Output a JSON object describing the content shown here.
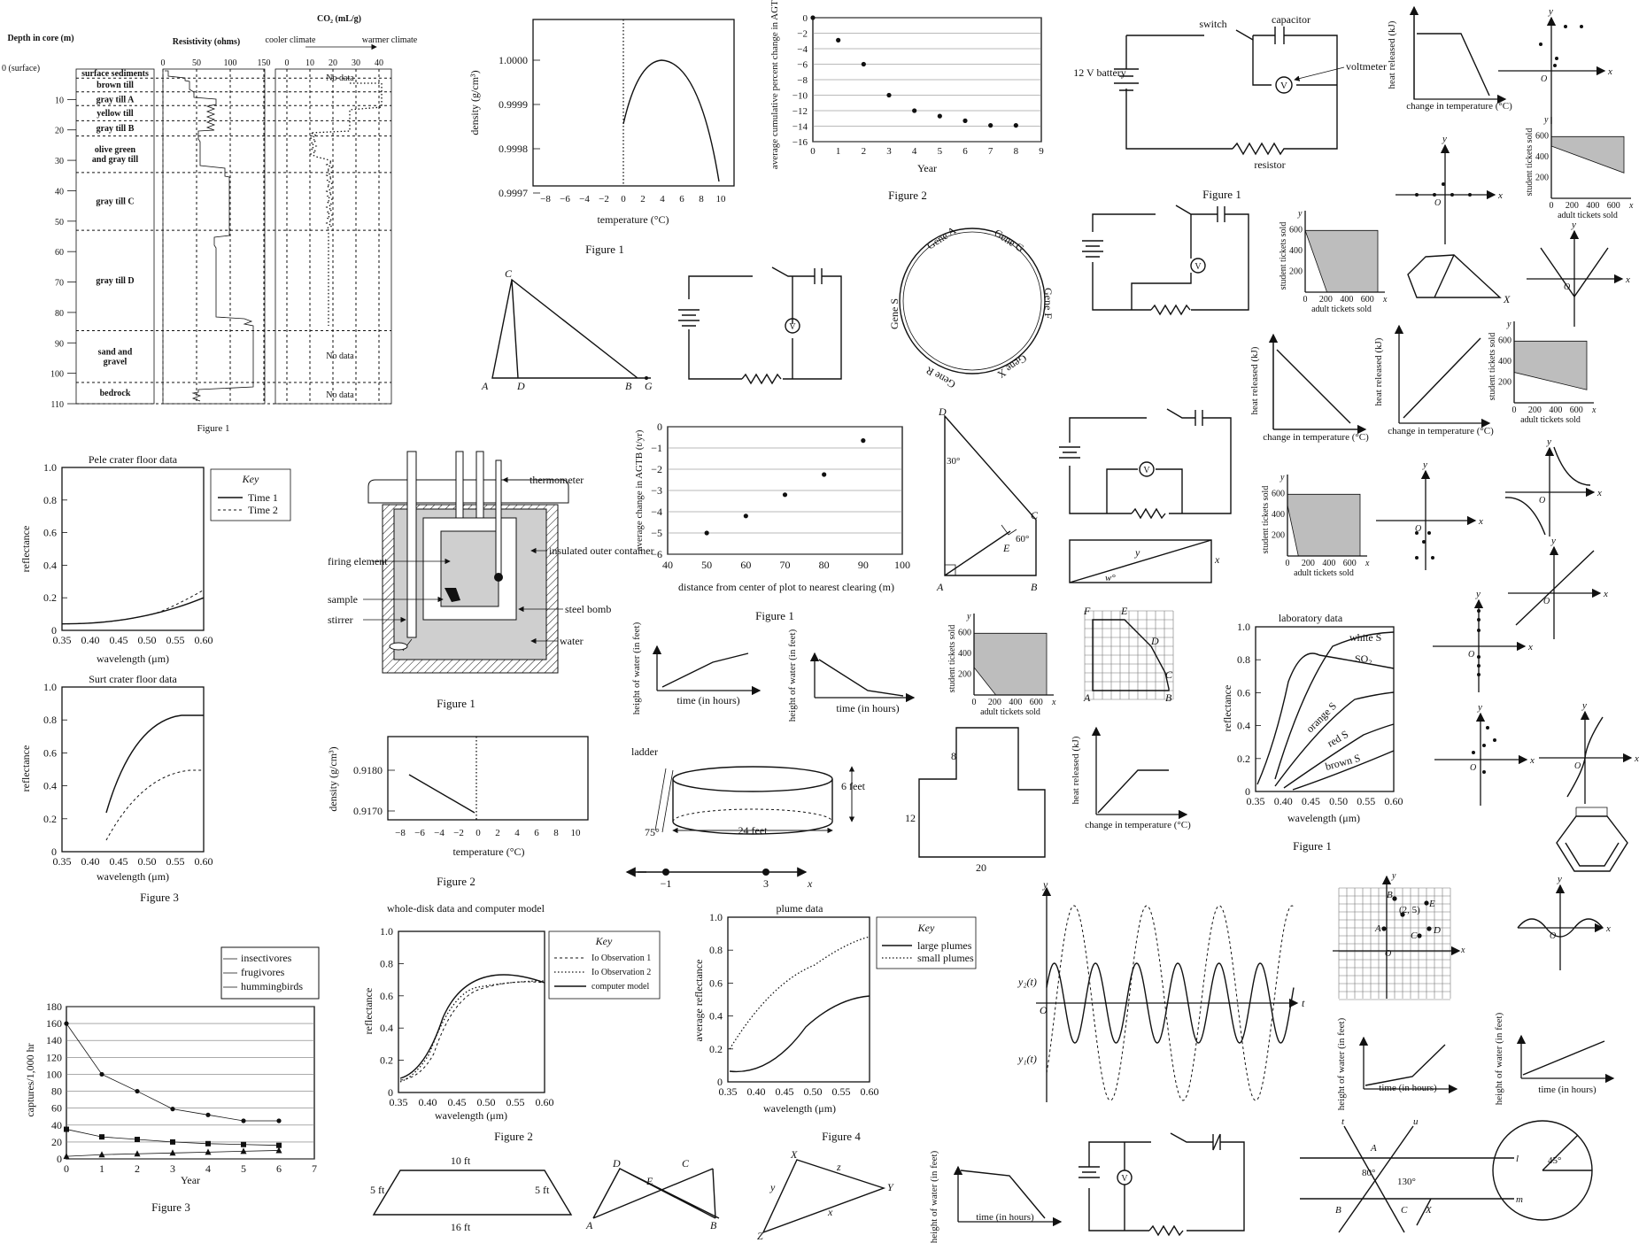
{
  "core": {
    "depth_title": "Depth in core (m)",
    "res_title": "Resistivity (ohms)",
    "co2_title": "CO₂ (mL/g)",
    "cooler": "cooler climate",
    "warmer": "warmer climate",
    "surface_label": "0 (surface)",
    "depth_ticks": [
      "10",
      "20",
      "30",
      "40",
      "50",
      "60",
      "70",
      "80",
      "90",
      "100",
      "110"
    ],
    "res_ticks": [
      "0",
      "50",
      "100",
      "150"
    ],
    "co2_ticks": [
      "0",
      "10",
      "20",
      "30",
      "40"
    ],
    "layers": [
      "surface sediments",
      "brown till",
      "gray till A",
      "yellow till",
      "gray till B",
      "olive green and gray till",
      "gray till C",
      "gray till D",
      "sand and gravel",
      "bedrock"
    ],
    "no_data": "No data",
    "figure": "Figure 1"
  },
  "density1": {
    "ylabel": "density (g/cm³)",
    "xlabel": "temperature (°C)",
    "yticks": [
      "1.0000",
      "0.9999",
      "0.9998",
      "0.9997"
    ],
    "xticks": [
      "−8",
      "−6",
      "−4",
      "−2",
      "0",
      "2",
      "4",
      "6",
      "8",
      "10"
    ],
    "figure": "Figure 1"
  },
  "density2": {
    "ylabel": "density (g/cm³)",
    "xlabel": "temperature (°C)",
    "yticks": [
      "0.9180",
      "0.9170"
    ],
    "xticks": [
      "−8",
      "−6",
      "−4",
      "−2",
      "0",
      "2",
      "4",
      "6",
      "8",
      "10"
    ],
    "figure": "Figure 2"
  },
  "agtb_year": {
    "ylabel": "average cumulative percent change in AGTB",
    "xlabel": "Year",
    "yticks": [
      "0",
      "−2",
      "−4",
      "−6",
      "−8",
      "−10",
      "−12",
      "−14",
      "−16"
    ],
    "xticks": [
      "0",
      "1",
      "2",
      "3",
      "4",
      "5",
      "6",
      "7",
      "8",
      "9"
    ],
    "figure": "Figure 2"
  },
  "agtb_dist": {
    "ylabel": "average change in AGTB (t/yr)",
    "xlabel": "distance from center of plot to nearest clearing (m)",
    "yticks": [
      "0",
      "−1",
      "−2",
      "−3",
      "−4",
      "−5",
      "−6"
    ],
    "xticks": [
      "40",
      "50",
      "60",
      "70",
      "80",
      "90",
      "100"
    ],
    "figure": "Figure 1"
  },
  "circuit": {
    "switch": "switch",
    "capacitor": "capacitor",
    "voltmeter": "voltmeter",
    "battery": "12 V battery",
    "resistor": "resistor",
    "figure": "Figure 1",
    "v": "V"
  },
  "pele": {
    "title": "Pele crater floor data",
    "key": "Key",
    "l1": "Time 1",
    "l2": "Time 2",
    "ylabel": "reflectance",
    "xlabel": "wavelength (μm)"
  },
  "surt": {
    "title": "Surt crater floor data",
    "ylabel": "reflectance",
    "xlabel": "wavelength (μm)",
    "figure": "Figure 3"
  },
  "refl_ticks": {
    "y": [
      "0",
      "0.2",
      "0.4",
      "0.6",
      "0.8",
      "1.0"
    ],
    "x": [
      "0.35",
      "0.40",
      "0.45",
      "0.50",
      "0.55",
      "0.60"
    ]
  },
  "bomb": {
    "thermometer": "thermometer",
    "insulated": "insulated outer container",
    "firing": "firing element",
    "sample": "sample",
    "stirrer": "stirrer",
    "steel": "steel bomb",
    "water": "water",
    "figure": "Figure 1"
  },
  "genes": {
    "a": "Gene A",
    "g": "Gene G",
    "f": "Gene F",
    "x": "Gene X",
    "r": "Gene R",
    "s": "Gene S"
  },
  "triangle1": {
    "a": "A",
    "b": "B",
    "c": "C",
    "d": "D",
    "g": "G"
  },
  "triangle2": {
    "d": "D",
    "a": "A",
    "b": "B",
    "c": "C",
    "e": "E",
    "ang1": "30°",
    "ang2": "60°"
  },
  "tickets": {
    "ylabel": "student tickets sold",
    "xlabel": "adult tickets sold",
    "yticks": [
      "200",
      "400",
      "600"
    ],
    "xticks": [
      "0",
      "200",
      "400",
      "600"
    ],
    "x": "x",
    "y": "y"
  },
  "heat": {
    "ylabel": "heat released (kJ)",
    "xlabel": "change in temperature (°C)"
  },
  "water": {
    "ylabel": "height of water (in feet)",
    "xlabel": "time (in hours)"
  },
  "lab": {
    "title": "laboratory data",
    "ylabel": "reflectance",
    "xlabel": "wavelength (μm)",
    "s1": "white S",
    "s2": "SO₂",
    "s3": "orange S",
    "s4": "red S",
    "s5": "brown S",
    "figure": "Figure 1"
  },
  "birds": {
    "l1": "insectivores",
    "l2": "frugivores",
    "l3": "hummingbirds",
    "ylabel": "captures/1,000 hr",
    "xlabel": "Year",
    "yticks": [
      "0",
      "20",
      "40",
      "60",
      "80",
      "100",
      "120",
      "140",
      "160",
      "180"
    ],
    "xticks": [
      "0",
      "1",
      "2",
      "3",
      "4",
      "5",
      "6",
      "7"
    ],
    "figure": "Figure 3"
  },
  "io": {
    "title": "whole-disk data and computer model",
    "key": "Key",
    "l1": "Io Observation 1",
    "l2": "Io Observation 2",
    "l3": "computer model",
    "ylabel": "reflectance",
    "xlabel": "wavelength (μm)",
    "figure": "Figure 2"
  },
  "plume": {
    "title": "plume data",
    "key": "Key",
    "l1": "large plumes",
    "l2": "small plumes",
    "ylabel": "average reflectance",
    "xlabel": "wavelength (μm)",
    "figure": "Figure 4"
  },
  "tank": {
    "ladder": "ladder",
    "h": "6 feet",
    "w": "24 feet",
    "ang": "75°"
  },
  "numline": {
    "a": "−1",
    "b": "3",
    "x": "x"
  },
  "rect_shape": {
    "top": "8",
    "left": "12",
    "bottom": "20"
  },
  "grid_pts": {
    "b": "B",
    "e": "E",
    "a": "A",
    "c": "C",
    "d": "D",
    "pt": "(2, 5)",
    "o": "O",
    "x": "x",
    "y": "y"
  },
  "waves": {
    "y2": "y₂(t)",
    "y1": "y₁(t)",
    "t": "t",
    "y": "y",
    "o": "O"
  },
  "trap": {
    "top": "10 ft",
    "left": "5 ft",
    "right": "5 ft",
    "bottom": "16 ft"
  },
  "xyz": {
    "x": "X",
    "y": "Y",
    "z": "Z",
    "lx": "x",
    "ly": "y",
    "lz": "z"
  },
  "lines": {
    "t": "t",
    "u": "u",
    "l": "l",
    "m": "m",
    "a": "A",
    "b": "B",
    "c": "C",
    "x": "X",
    "a80": "80°",
    "a130": "130°"
  },
  "circle45": {
    "ang": "45°"
  },
  "polygon": {
    "f": "F",
    "e": "E",
    "d": "D",
    "c": "C",
    "b": "B",
    "a": "A"
  },
  "rectw": {
    "y": "y",
    "x": "x",
    "w": "w°"
  },
  "misc": {
    "x": "x",
    "y": "y",
    "o": "O",
    "X": "X"
  }
}
